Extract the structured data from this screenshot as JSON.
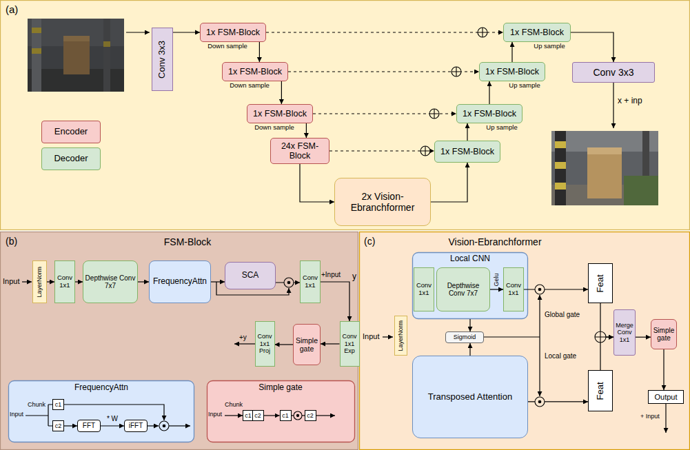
{
  "diagram": {
    "nodes": [
      {
        "text": [
          "(a)"
        ]
      },
      {
        "text": [
          "Conv 3x3"
        ],
        "in": 0
      },
      {
        "text": [
          "1x FSM-Block",
          "Down sample"
        ],
        "in": 0
      },
      {
        "text": [
          "1x FSM-Block",
          "Down sample"
        ],
        "in": 0
      },
      {
        "text": [
          "1x FSM-Block",
          "Down sample"
        ],
        "in": 0
      },
      {
        "text": [
          "24x FSM-Block"
        ],
        "in": 0
      },
      {
        "text": [
          "2x Vision-Ebranchformer"
        ],
        "in": 0
      },
      {
        "text": [
          "1x FSM-Block"
        ],
        "in": 0
      },
      {
        "text": [
          "1x FSM-Block",
          "Up sample"
        ],
        "in": 0
      },
      {
        "text": [
          "1x FSM-Block",
          "Up sample"
        ],
        "in": 0
      },
      {
        "text": [
          "1x FSM-Block",
          "Up sample"
        ],
        "in": 0
      },
      {
        "text": [
          "Conv 3x3"
        ],
        "in": 0
      },
      {
        "text": [
          "(b)",
          "FSM-Block"
        ]
      },
      {
        "text": [
          "LayerNorm"
        ],
        "in": 12
      },
      {
        "text": [
          "Conv 1x1"
        ],
        "in": 12
      },
      {
        "text": [
          "Depthwise Conv 7x7"
        ],
        "in": 12
      },
      {
        "text": [
          "FrequencyAttn"
        ],
        "in": 12
      },
      {
        "text": [
          "SCA"
        ],
        "in": 12
      },
      {
        "text": [
          "Conv 1x1"
        ],
        "in": 12
      },
      {
        "text": [
          "Conv 1x1 Exp"
        ],
        "in": 12
      },
      {
        "text": [
          "Simple gate"
        ],
        "in": 12
      },
      {
        "text": [
          "Conv 1x1 Proj"
        ],
        "in": 12
      },
      {
        "text": [
          "FrequencyAttn"
        ],
        "in": 12
      },
      {
        "text": [
          "c1"
        ],
        "in": 22
      },
      {
        "text": [
          "c2"
        ],
        "in": 22
      },
      {
        "text": [
          "FFT"
        ],
        "in": 22
      },
      {
        "text": [
          "iFFT"
        ],
        "in": 22
      },
      {
        "text": [
          "Simple gate"
        ],
        "in": 12
      },
      {
        "text": [
          "c1"
        ],
        "in": 27
      },
      {
        "text": [
          "c2"
        ],
        "in": 27
      },
      {
        "text": [
          "c1"
        ],
        "in": 27
      },
      {
        "text": [
          "c2"
        ],
        "in": 27
      },
      {
        "text": [
          "(c)",
          "Vision-Ebranchformer"
        ]
      },
      {
        "text": [
          "LayerNorm"
        ],
        "in": 32
      },
      {
        "text": [
          "Local CNN"
        ],
        "in": 32
      },
      {
        "text": [
          "Conv 1x1"
        ],
        "in": 34
      },
      {
        "text": [
          "Depthwise Conv 7x7"
        ],
        "in": 34
      },
      {
        "text": [
          "Conv 1x1"
        ],
        "in": 34
      },
      {
        "text": [
          "Sigmoid"
        ],
        "in": 32
      },
      {
        "text": [
          "Transposed Attention"
        ],
        "in": 32
      },
      {
        "text": [
          "Feat"
        ],
        "in": 32
      },
      {
        "text": [
          "Feat"
        ],
        "in": 32
      },
      {
        "text": [
          "Merge Conv 1x1"
        ],
        "in": 32
      },
      {
        "text": [
          "Simple gate"
        ],
        "in": 32
      },
      {
        "text": [
          "Output"
        ],
        "in": 32
      }
    ],
    "edges": [
      {
        "from": 1,
        "to": 2,
        "arrow": "to"
      },
      {
        "from": 2,
        "to": 3,
        "arrow": "to"
      },
      {
        "from": 3,
        "to": 4,
        "arrow": "to"
      },
      {
        "from": 4,
        "to": 5,
        "arrow": "to"
      },
      {
        "from": 5,
        "to": 6,
        "arrow": "to"
      },
      {
        "from": 6,
        "to": 7,
        "arrow": "to"
      },
      {
        "from": 7,
        "to": 8,
        "arrow": "to"
      },
      {
        "from": 8,
        "to": 9,
        "arrow": "to"
      },
      {
        "from": 9,
        "to": 10,
        "arrow": "to"
      },
      {
        "from": 10,
        "to": 11,
        "arrow": "to"
      },
      {
        "from": 2,
        "to": 10,
        "arrow": "to"
      },
      {
        "from": 3,
        "to": 9,
        "arrow": "to"
      },
      {
        "from": 4,
        "to": 8,
        "arrow": "to"
      },
      {
        "from": 5,
        "to": 7,
        "arrow": "to"
      },
      {
        "from": 13,
        "to": 14,
        "arrow": "to"
      },
      {
        "from": 14,
        "to": 15,
        "arrow": "to"
      },
      {
        "from": 15,
        "to": 16,
        "arrow": "to"
      },
      {
        "from": 16,
        "to": 17,
        "arrow": "to"
      },
      {
        "from": 17,
        "to": 18,
        "arrow": "to"
      },
      {
        "from": 18,
        "to": 19,
        "arrow": "to"
      },
      {
        "from": 19,
        "to": 20,
        "arrow": "to"
      },
      {
        "from": 20,
        "to": 21,
        "arrow": "to"
      },
      {
        "from": 24,
        "to": 25,
        "arrow": "to"
      },
      {
        "from": 25,
        "to": 26,
        "label": "* W",
        "arrow": "to"
      },
      {
        "from": 29,
        "to": 30,
        "arrow": "to"
      },
      {
        "from": 34,
        "to": 38,
        "arrow": "to"
      },
      {
        "from": 39,
        "to": 38,
        "arrow": "to"
      },
      {
        "from": 36,
        "to": 37,
        "label": "Gelu",
        "arrow": "to"
      },
      {
        "from": 37,
        "to": 40,
        "arrow": "to"
      },
      {
        "from": 39,
        "to": 41,
        "arrow": "to"
      },
      {
        "from": 40,
        "to": 42,
        "arrow": "to"
      },
      {
        "from": 41,
        "to": 42,
        "arrow": "to"
      },
      {
        "from": 42,
        "to": 43,
        "arrow": "to"
      },
      {
        "from": 43,
        "to": 44,
        "arrow": "to"
      }
    ],
    "labels": [
      "x + inp",
      "Input",
      "+Input",
      "y",
      "+y",
      "Chunk",
      "Input",
      "Chunk",
      "Input",
      "Input",
      "Global gate",
      "Local gate",
      "+ Input"
    ],
    "legend": [
      {
        "text": "Encoder",
        "color": "#f8cecc"
      },
      {
        "text": "Decoder",
        "color": "#d5e8d4"
      }
    ]
  }
}
